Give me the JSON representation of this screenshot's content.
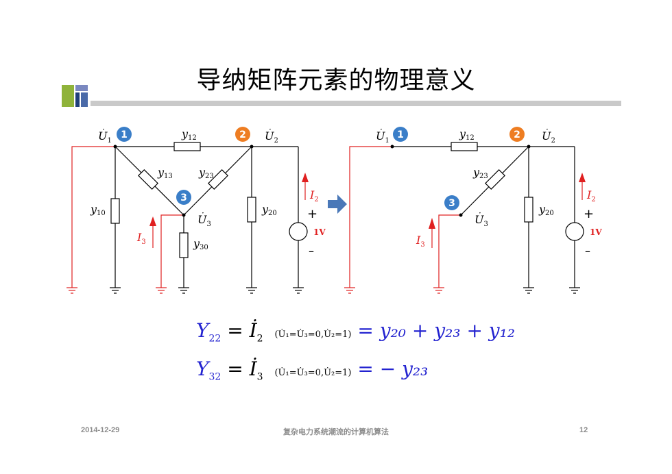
{
  "slide": {
    "title": "导纳矩阵元素的物理意义",
    "page_number": "12",
    "date": "2014-12-29",
    "footer_center": "复杂电力系统潮流的计算机算法"
  },
  "colors": {
    "accent_blue": "#2323d0",
    "red_wire": "#e02020",
    "node_blue": "#3a7ec8",
    "node_orange": "#ee7d22"
  },
  "circuit_left": {
    "node1": "1",
    "node2": "2",
    "node3": "3",
    "u1": "U",
    "u1_sub": "1",
    "u2": "U",
    "u2_sub": "2",
    "u3": "U",
    "u3_sub": "3",
    "y12": "y",
    "y12_sub": "12",
    "y13": "y",
    "y13_sub": "13",
    "y23": "y",
    "y23_sub": "23",
    "y10": "y",
    "y10_sub": "10",
    "y20": "y",
    "y20_sub": "20",
    "y30": "y",
    "y30_sub": "30",
    "i2": "I",
    "i2_sub": "2",
    "i3": "I",
    "i3_sub": "3",
    "plus": "+",
    "minus": "–",
    "source": "1V"
  },
  "circuit_right": {
    "node1": "1",
    "node2": "2",
    "node3": "3",
    "u1": "U",
    "u1_sub": "1",
    "u2": "U",
    "u2_sub": "2",
    "u3": "U",
    "u3_sub": "3",
    "y12": "y",
    "y12_sub": "12",
    "y23": "y",
    "y23_sub": "23",
    "y20": "y",
    "y20_sub": "20",
    "i2": "I",
    "i2_sub": "2",
    "i3": "I",
    "i3_sub": "3",
    "plus": "+",
    "minus": "–",
    "source": "1V"
  },
  "equations": {
    "eq1": {
      "lhs": "Y",
      "lhs_sub": "22",
      "cur": "İ",
      "cur_sub": "2",
      "cond": "(U̇₁=U̇₃=0,U̇₂=1)",
      "rhs": "= y₂₀ + y₂₃ + y₁₂"
    },
    "eq2": {
      "lhs": "Y",
      "lhs_sub": "32",
      "cur": "İ",
      "cur_sub": "3",
      "cond": "(U̇₁=U̇₃=0,U̇₂=1)",
      "rhs": "= − y₂₃"
    }
  }
}
